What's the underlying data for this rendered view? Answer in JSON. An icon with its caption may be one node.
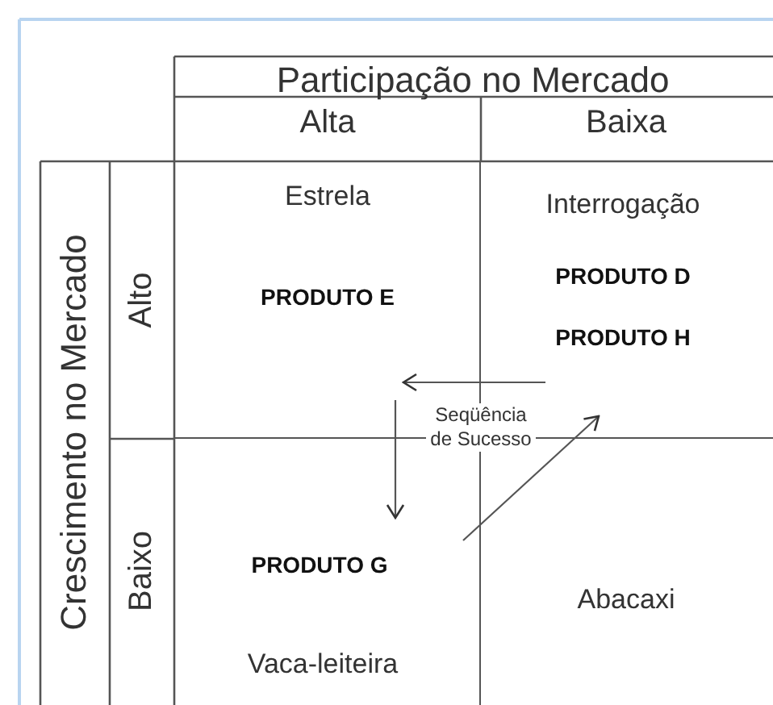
{
  "diagram": {
    "nodes": [
      {
        "text": [
          "Estrela",
          "PRODUTO E"
        ]
      },
      {
        "text": [
          "Interrogação",
          "PRODUTO D",
          "PRODUTO H"
        ]
      },
      {
        "text": [
          "PRODUTO G",
          "Vaca-leiteira"
        ]
      },
      {
        "text": [
          "Abacaxi"
        ]
      }
    ],
    "edges": [
      {
        "from": 1,
        "to": 0,
        "arrow": "to"
      },
      {
        "from": 0,
        "to": 2,
        "arrow": "to"
      },
      {
        "from": 2,
        "to": 1,
        "arrow": "to"
      }
    ],
    "labels": [
      "Participação no Mercado",
      "Alta",
      "Baixa",
      "Crescimento no Mercado",
      "Alto",
      "Baixo",
      "Seqüência de Sucesso"
    ]
  }
}
